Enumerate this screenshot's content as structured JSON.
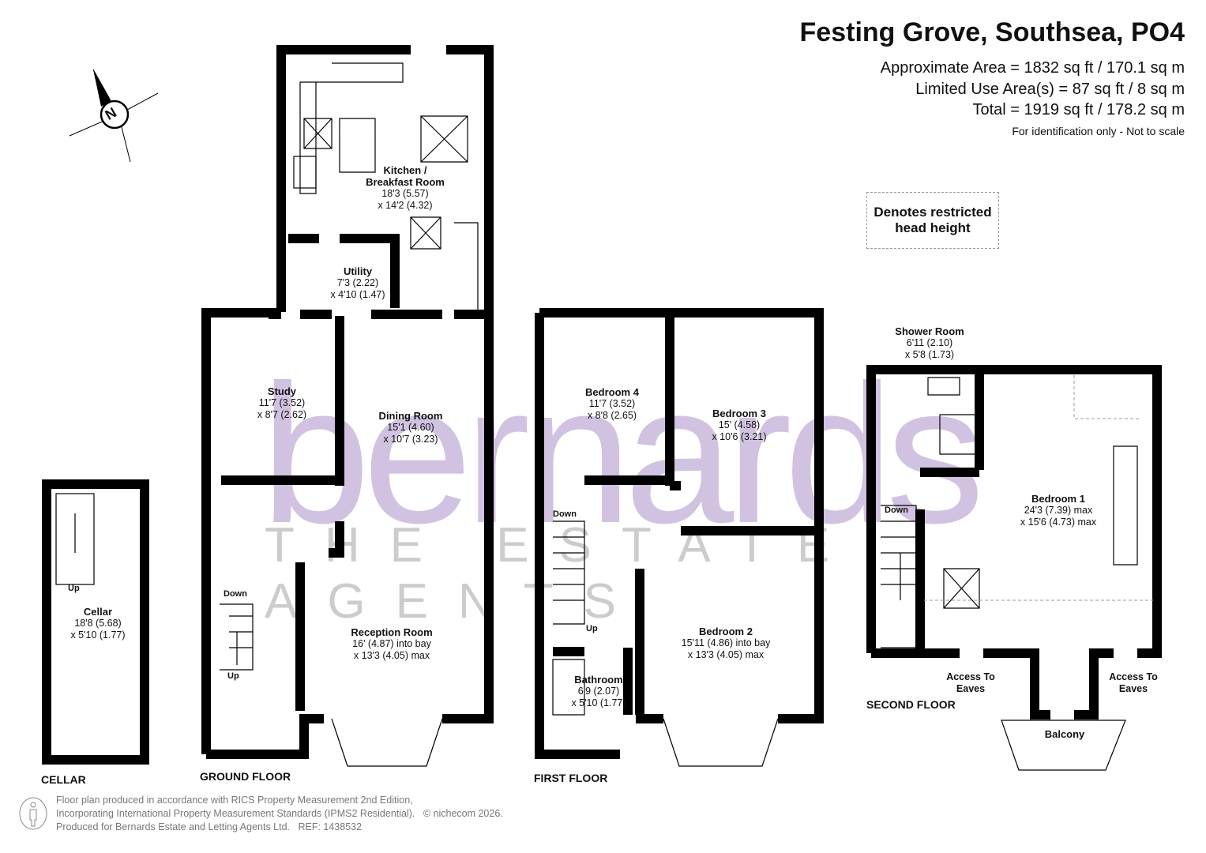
{
  "header": {
    "title": "Festing Grove, Southsea, PO4",
    "approx_area": "Approximate Area = 1832 sq ft / 170.1 sq m",
    "limited_area": "Limited Use Area(s) = 87 sq ft / 8 sq m",
    "total": "Total = 1919 sq ft / 178.2 sq m",
    "note": "For identification only - Not to scale"
  },
  "legend": {
    "restricted": "Denotes restricted head height"
  },
  "compass": {
    "label": "N",
    "icon": "compass-north-icon"
  },
  "watermark": {
    "brand": "bernards",
    "tagline": "THE ESTATE AGENTS",
    "color": "#c9b8dc"
  },
  "floors": {
    "cellar": "CELLAR",
    "ground": "GROUND FLOOR",
    "first": "FIRST FLOOR",
    "second": "SECOND FLOOR"
  },
  "rooms": {
    "kitchen": {
      "name": "Kitchen /\nBreakfast Room",
      "dim1": "18'3 (5.57)",
      "dim2": "x 14'2 (4.32)"
    },
    "utility": {
      "name": "Utility",
      "dim1": "7'3 (2.22)",
      "dim2": "x 4'10 (1.47)"
    },
    "study": {
      "name": "Study",
      "dim1": "11'7 (3.52)",
      "dim2": "x 8'7 (2.62)"
    },
    "dining": {
      "name": "Dining Room",
      "dim1": "15'1 (4.60)",
      "dim2": "x 10'7 (3.23)"
    },
    "reception": {
      "name": "Reception Room",
      "dim1": "16' (4.87) into bay",
      "dim2": "x 13'3 (4.05) max"
    },
    "cellar": {
      "name": "Cellar",
      "dim1": "18'8 (5.68)",
      "dim2": "x 5'10 (1.77)"
    },
    "bedroom4": {
      "name": "Bedroom 4",
      "dim1": "11'7 (3.52)",
      "dim2": "x 8'8 (2.65)"
    },
    "bedroom3": {
      "name": "Bedroom 3",
      "dim1": "15' (4.58)",
      "dim2": "x 10'6 (3.21)"
    },
    "bedroom2": {
      "name": "Bedroom 2",
      "dim1": "15'11 (4.86) into bay",
      "dim2": "x 13'3 (4.05) max"
    },
    "bathroom": {
      "name": "Bathroom",
      "dim1": "6'9 (2.07)",
      "dim2": "x 5'10 (1.77)"
    },
    "shower": {
      "name": "Shower Room",
      "dim1": "6'11 (2.10)",
      "dim2": "x 5'8 (1.73)"
    },
    "bedroom1": {
      "name": "Bedroom 1",
      "dim1": "24'3 (7.39) max",
      "dim2": "x 15'6 (4.73) max"
    },
    "balcony": {
      "name": "Balcony"
    }
  },
  "stairs": {
    "up": "Up",
    "down": "Down"
  },
  "eaves": {
    "left": "Access To\nEaves",
    "right": "Access To\nEaves"
  },
  "footer": {
    "line1": "Floor plan produced in accordance with RICS Property Measurement 2nd Edition,",
    "line2": "Incorporating International Property Measurement Standards (IPMS2 Residential).",
    "copyright": "© nichecom 2026.",
    "line3": "Produced for Bernards Estate and Letting Agents Ltd.",
    "ref": "REF:  1438532"
  }
}
